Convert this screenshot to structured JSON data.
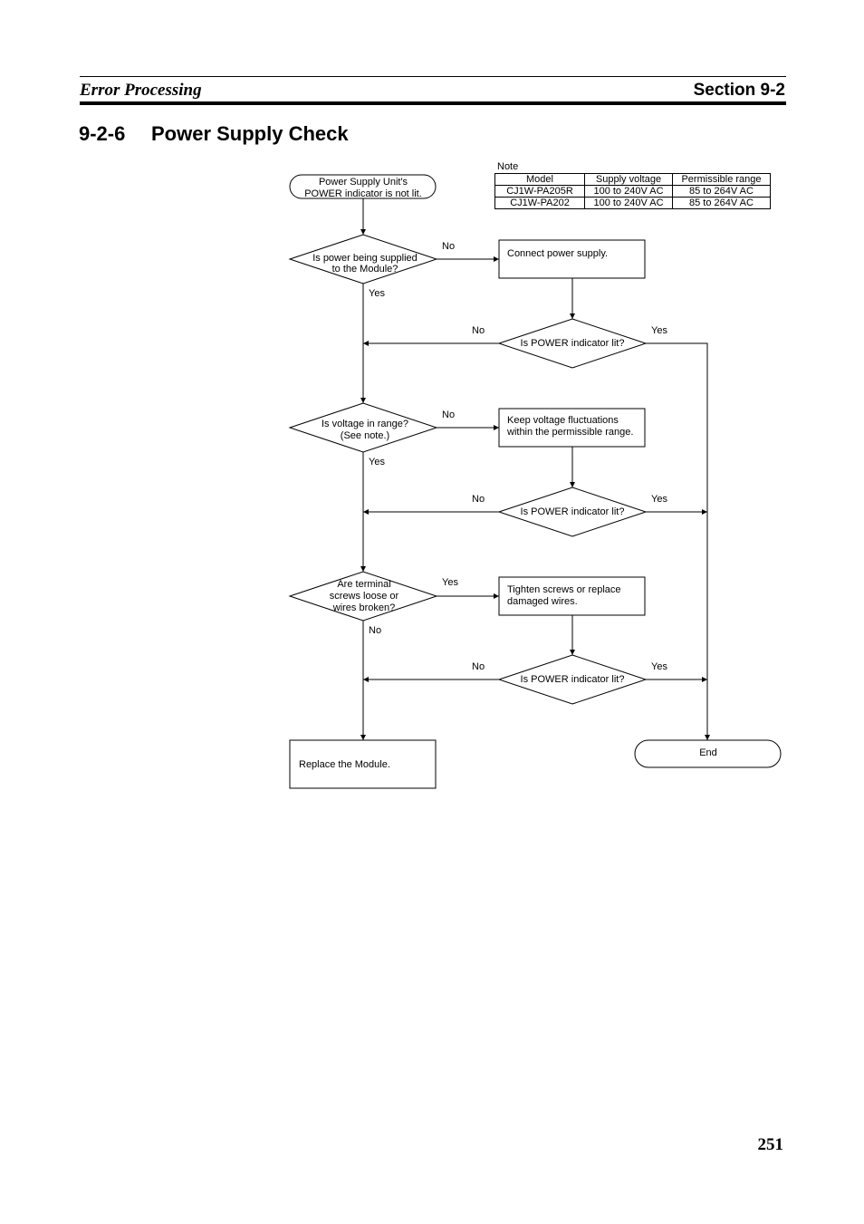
{
  "header": {
    "left": "Error Processing",
    "right": "Section 9-2"
  },
  "section": {
    "number": "9-2-6",
    "title": "Power Supply Check"
  },
  "note": {
    "label": "Note",
    "columns": [
      "Model",
      "Supply voltage",
      "Permissible range"
    ],
    "rows": [
      [
        "CJ1W-PA205R",
        "100 to 240V AC",
        "85 to 264V AC"
      ],
      [
        "CJ1W-PA202",
        "100 to 240V AC",
        "85 to 264V AC"
      ]
    ]
  },
  "flow": {
    "start": [
      "Power Supply Unit's",
      "POWER indicator is not lit."
    ],
    "q_power": [
      "Is power being supplied",
      "to the Module?"
    ],
    "a_connect": "Connect power supply.",
    "q_lit_1": "Is POWER indicator lit?",
    "q_voltage": [
      "Is voltage in range?",
      "(See note.)"
    ],
    "a_keep": [
      "Keep voltage fluctuations",
      "within the permissible range."
    ],
    "q_lit_2": "Is POWER indicator lit?",
    "q_screws": [
      "Are terminal",
      "screws loose or",
      "wires broken?"
    ],
    "a_tighten": [
      "Tighten screws or replace",
      "damaged wires."
    ],
    "q_lit_3": "Is POWER indicator lit?",
    "a_replace": "Replace the Module.",
    "end": "End",
    "yes": "Yes",
    "no": "No"
  },
  "page_number": "251"
}
